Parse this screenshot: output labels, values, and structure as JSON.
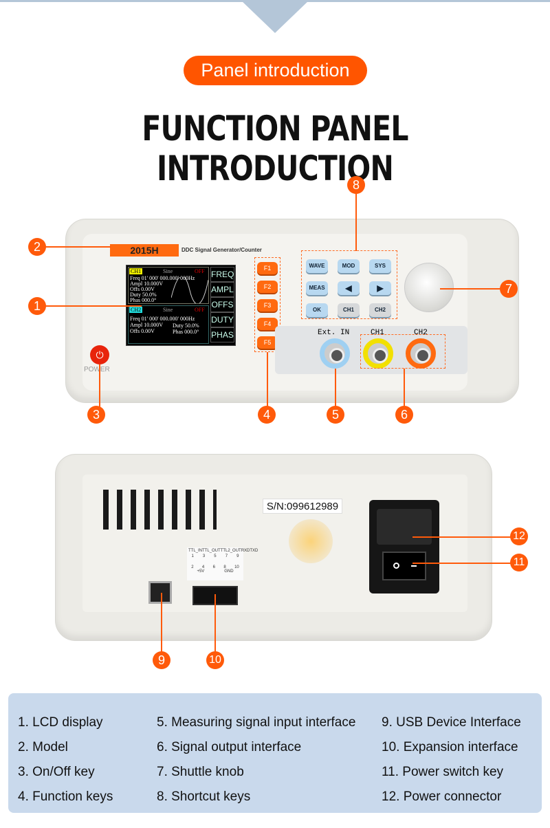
{
  "header": {
    "badge": "Panel introduction",
    "title": "FUNCTION PANEL INTRODUCTION"
  },
  "colors": {
    "accent": "#ff5500",
    "legend_bg": "#c9d9ec",
    "banner": "#b4c6d8"
  },
  "front": {
    "model": "2015H",
    "subtitle": "DDC Signal Generator/Counter",
    "power_label": "POWER",
    "lcd": {
      "ch1": "CH1",
      "ch2": "CH2",
      "wave": "Sine",
      "state": "OFF",
      "ch1_rows": [
        [
          "Freq",
          "01' 000' 000.000' 000Hz"
        ],
        [
          "Ampl",
          "10.000V"
        ],
        [
          "Offs",
          "0.00V"
        ],
        [
          "Duty",
          "50.0%"
        ],
        [
          "Phas",
          "000.0°"
        ]
      ],
      "ch2_rows": [
        [
          "Freq",
          "01' 000' 000.000' 000Hz"
        ],
        [
          "Ampl",
          "10.000V"
        ],
        [
          "Offs",
          "0.00V"
        ]
      ],
      "ch2_right": [
        [
          "Duty",
          "50.0%"
        ],
        [
          "Phas",
          "000.0°"
        ]
      ],
      "menu": [
        "FREQ",
        "AMPL",
        "OFFS",
        "DUTY",
        "PHAS"
      ]
    },
    "fkeys": [
      "F1",
      "F2",
      "F3",
      "F4",
      "F5"
    ],
    "keys": [
      "WAVE",
      "MOD",
      "SYS",
      "MEAS",
      "◀",
      "▶",
      "OK",
      "CH1",
      "CH2"
    ],
    "ports": [
      "Ext. IN",
      "CH1",
      "CH2"
    ]
  },
  "back": {
    "serial": "S/N:099612989",
    "pin_header": [
      "TTL_IN",
      "TTL_OUT",
      "TTL2_OUT",
      "RXD",
      "TXD"
    ],
    "pins_top": [
      "1",
      "3",
      "5",
      "7",
      "9"
    ],
    "pins_bottom": [
      "2",
      "4",
      "6",
      "8",
      "10"
    ],
    "pin_groups": [
      "+5V",
      "GND"
    ]
  },
  "markers": [
    "1",
    "2",
    "3",
    "4",
    "5",
    "6",
    "7",
    "8",
    "9",
    "10",
    "11",
    "12"
  ],
  "legend": [
    [
      "1. LCD display",
      "2. Model",
      "3. On/Off key",
      "4. Function keys"
    ],
    [
      "5. Measuring signal input interface",
      "6. Signal output interface",
      "7. Shuttle knob",
      "8. Shortcut keys"
    ],
    [
      "9. USB Device Interface",
      "10. Expansion interface",
      "11. Power switch key",
      "12. Power connector"
    ]
  ]
}
